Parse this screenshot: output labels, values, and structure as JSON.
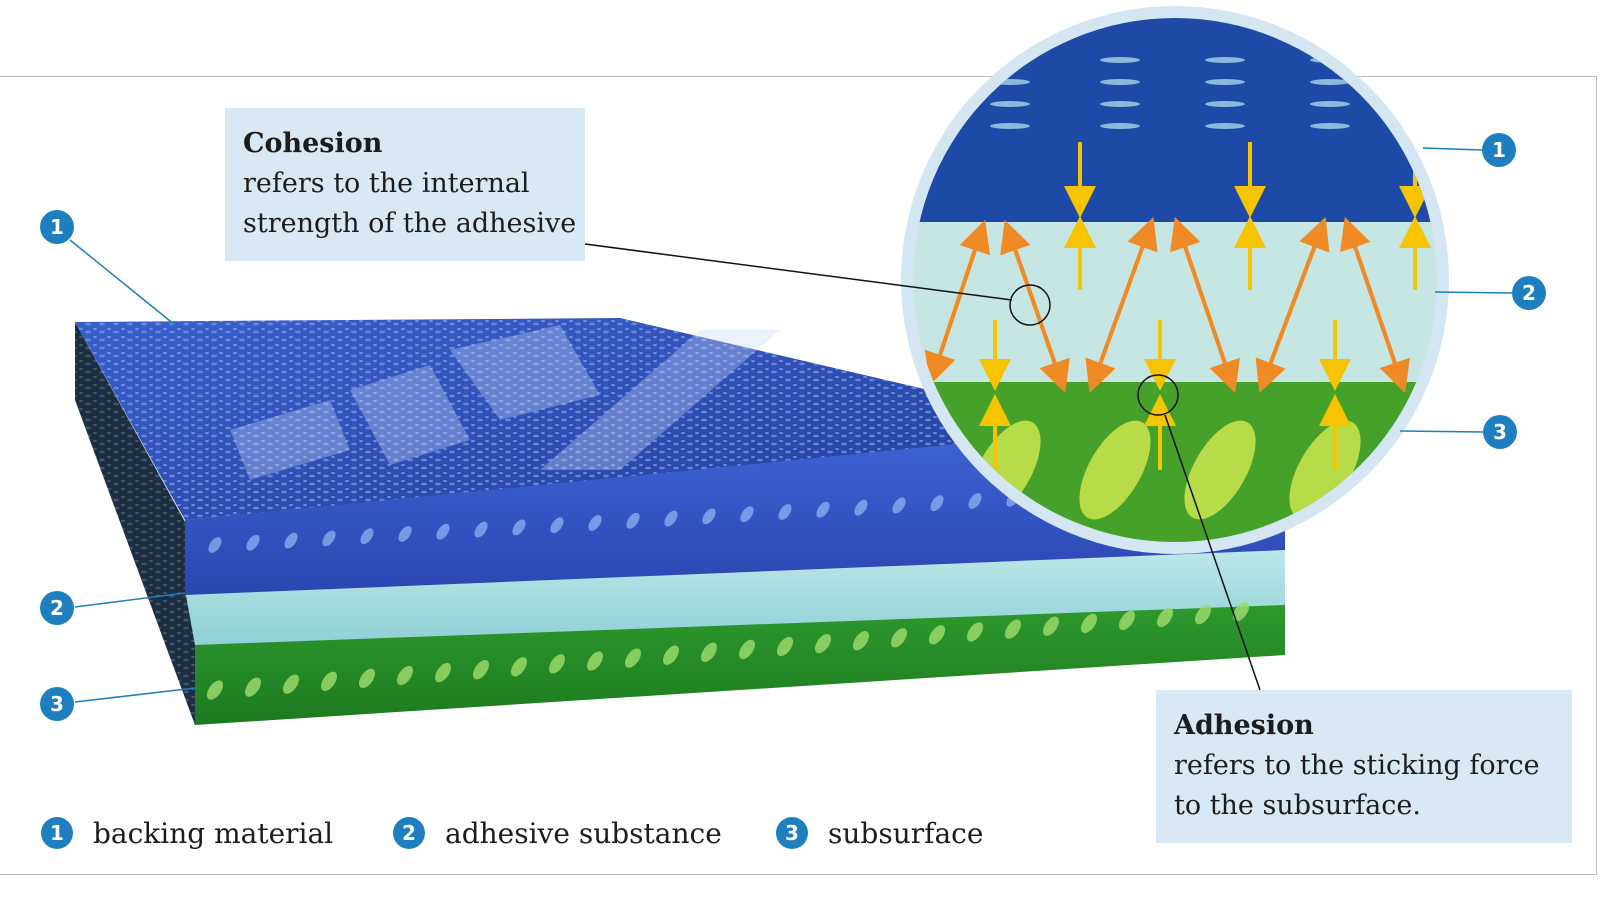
{
  "cohesion": {
    "title": "Cohesion",
    "lines": [
      "refers to the internal",
      "strength of the adhesive"
    ]
  },
  "adhesion": {
    "title": "Adhesion",
    "lines": [
      "refers to the sticking force",
      "to the subsurface."
    ]
  },
  "markers": {
    "m1": "1",
    "m2": "2",
    "m3": "3"
  },
  "legend": [
    {
      "num": "1",
      "label": "backing material"
    },
    {
      "num": "2",
      "label": "adhesive substance"
    },
    {
      "num": "3",
      "label": "subsurface"
    }
  ],
  "colors": {
    "backing": "#2d4fb5",
    "adhesive": "#bfe3e6",
    "subsurface": "#3c9a2a",
    "marker": "#1d7fc0",
    "force_arrow_yellow": "#f6c400",
    "force_arrow_orange": "#f08a24",
    "callout_bg": "#d9e8f5"
  }
}
